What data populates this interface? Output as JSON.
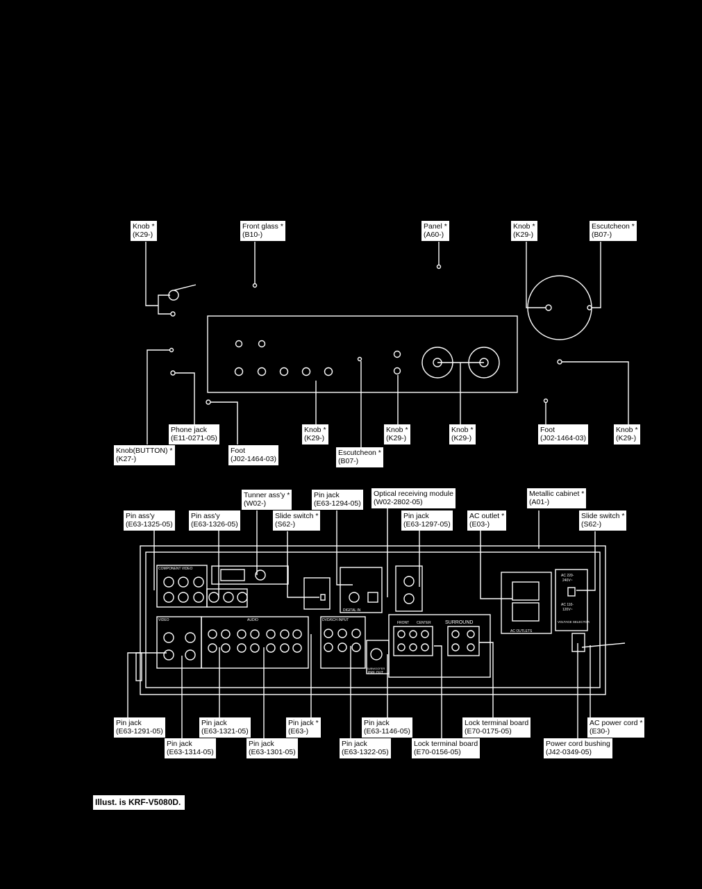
{
  "front_labels": [
    {
      "name": "Knob *",
      "code": "(K29-)"
    },
    {
      "name": "Front glass *",
      "code": "(B10-)"
    },
    {
      "name": "Panel *",
      "code": "(A60-)"
    },
    {
      "name": "Knob *",
      "code": "(K29-)"
    },
    {
      "name": "Escutcheon *",
      "code": "(B07-)"
    },
    {
      "name": "Phone jack",
      "code": "(E11-0271-05)"
    },
    {
      "name": "Knob(BUTTON) *",
      "code": "(K27-)"
    },
    {
      "name": "Foot",
      "code": "(J02-1464-03)"
    },
    {
      "name": "Knob *",
      "code": "(K29-)"
    },
    {
      "name": "Escutcheon *",
      "code": "(B07-)"
    },
    {
      "name": "Knob *",
      "code": "(K29-)"
    },
    {
      "name": "Knob *",
      "code": "(K29-)"
    },
    {
      "name": "Foot",
      "code": "(J02-1464-03)"
    },
    {
      "name": "Knob *",
      "code": "(K29-)"
    }
  ],
  "rear_labels": [
    {
      "name": "Pin ass'y",
      "code": "(E63-1325-05)"
    },
    {
      "name": "Pin ass'y",
      "code": "(E63-1326-05)"
    },
    {
      "name": "Tunner ass'y *",
      "code": "(W02-)"
    },
    {
      "name": "Slide switch *",
      "code": "(S62-)"
    },
    {
      "name": "Pin jack",
      "code": "(E63-1294-05)"
    },
    {
      "name": "Optical receiving module",
      "code": "(W02-2802-05)"
    },
    {
      "name": "Pin jack",
      "code": "(E63-1297-05)"
    },
    {
      "name": "AC outlet *",
      "code": "(E03-)"
    },
    {
      "name": "Metallic cabinet *",
      "code": "(A01-)"
    },
    {
      "name": "Slide switch *",
      "code": "(S62-)"
    },
    {
      "name": "Pin jack",
      "code": "(E63-1291-05)"
    },
    {
      "name": "Pin jack",
      "code": "(E63-1314-05)"
    },
    {
      "name": "Pin jack",
      "code": "(E63-1321-05)"
    },
    {
      "name": "Pin jack",
      "code": "(E63-1301-05)"
    },
    {
      "name": "Pin jack *",
      "code": "(E63-)"
    },
    {
      "name": "Pin jack",
      "code": "(E63-1146-05)"
    },
    {
      "name": "Pin jack",
      "code": "(E63-1322-05)"
    },
    {
      "name": "Lock terminal board",
      "code": "(E70-0156-05)"
    },
    {
      "name": "Lock terminal board",
      "code": "(E70-0175-05)"
    },
    {
      "name": "Power cord bushing",
      "code": "(J42-0349-05)"
    },
    {
      "name": "AC power cord *",
      "code": "(E30-)"
    }
  ],
  "panel_text": {
    "component_video": "COMPONENT VIDEO",
    "video": "VIDEO",
    "audio": "AUDIO",
    "dvd_6ch_input": "DVD/6CH INPUT",
    "digital_in": "DIGITAL IN",
    "surround": "SURROUND",
    "front": "FRONT",
    "center": "CENTER",
    "ac_outlets": "AC OUTLETS",
    "voltage_selector": "VOLTAGE SELECTOR",
    "ac_220": "AC 220-",
    "v240": "240V~",
    "ac_110": "AC 110-",
    "v120": "120V~",
    "pre_out": "PRE OUT",
    "subwoofer": "SUBWOOFER"
  },
  "note": "Illust. is KRF-V5080D."
}
